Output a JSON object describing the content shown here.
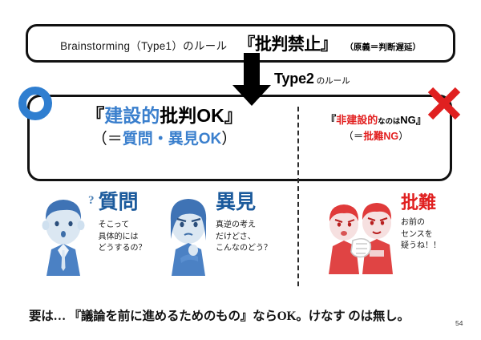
{
  "slide": {
    "page_number": "54",
    "colors": {
      "blue": "#3a7fcd",
      "dark_blue": "#1b5a9c",
      "marker_blue": "#2f7ed0",
      "red": "#e22020",
      "black": "#111111"
    }
  },
  "top_box": {
    "rule_label": "Brainstorming（Type1）のルール",
    "rule_emphasis": "『批判禁止』",
    "rule_note": "（原義＝判断遅延）"
  },
  "type2": {
    "main": "Type2",
    "sub": "のルール",
    "arrow_icon": "down-arrow-icon"
  },
  "main_box": {
    "ok_marker_icon": "circle-ok-icon",
    "ng_marker_icon": "cross-ng-icon",
    "left": {
      "line1_part1": "『",
      "line1_blue": "建設的",
      "line1_black": "批判OK",
      "line1_part2": "』",
      "line2_open": "（＝",
      "line2_blue": "質問・異見OK",
      "line2_close": "）"
    },
    "right": {
      "line1_part1": "『",
      "line1_red": "非建設的",
      "line1_small": "なのは",
      "line1_black": "NG",
      "line1_part2": "』",
      "line2_open": "（＝",
      "line2_red": "批難NG",
      "line2_close": "）"
    }
  },
  "characters": [
    {
      "icon": "man-question-avatar-icon",
      "question_mark": "?",
      "heading": "質問",
      "body": "そこって\n具体的には\nどうするの？",
      "tone": "blue"
    },
    {
      "icon": "woman-objection-avatar-icon",
      "heading": "異見",
      "body": "真逆の考え\nだけどさ、\nこんなのどう？",
      "tone": "blue"
    },
    {
      "icon": "two-men-blaming-avatar-icon",
      "heading": "批難",
      "body": "お前の\nセンスを\n疑うね！！",
      "tone": "red"
    }
  ],
  "footer": {
    "text": "要は… 『議論を前に進めるためのもの』ならOK。けなす のは無し。"
  }
}
